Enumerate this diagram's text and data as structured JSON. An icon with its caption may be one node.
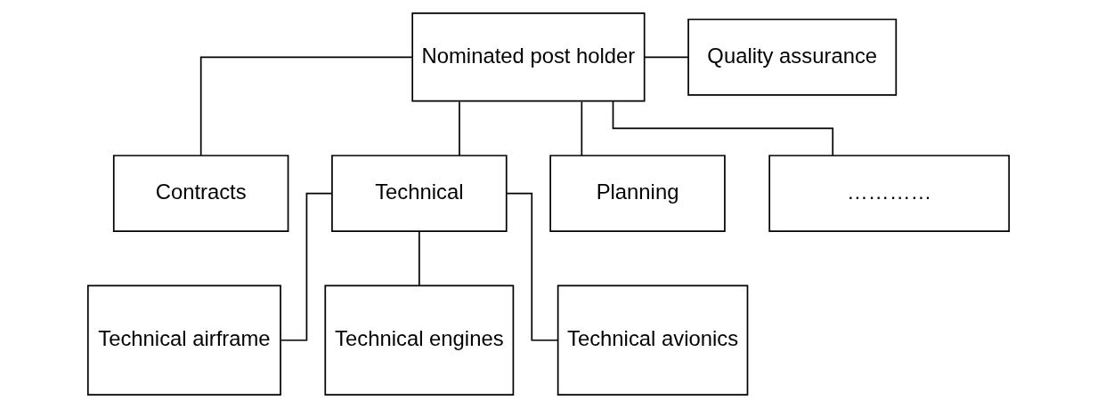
{
  "diagram": {
    "nodes": [
      {
        "text": [
          "Nominated post holder"
        ]
      },
      {
        "text": [
          "Quality assurance"
        ]
      },
      {
        "text": [
          "Contracts"
        ]
      },
      {
        "text": [
          "Technical"
        ]
      },
      {
        "text": [
          "Planning"
        ]
      },
      {
        "text": [
          "…………"
        ]
      },
      {
        "text": [
          "Technical airframe"
        ]
      },
      {
        "text": [
          "Technical engines"
        ]
      },
      {
        "text": [
          "Technical avionics"
        ]
      }
    ],
    "edges": [
      {
        "from": 0,
        "to": 1,
        "arrow": "none"
      },
      {
        "from": 0,
        "to": 2,
        "arrow": "none"
      },
      {
        "from": 0,
        "to": 3,
        "arrow": "none"
      },
      {
        "from": 0,
        "to": 4,
        "arrow": "none"
      },
      {
        "from": 0,
        "to": 5,
        "arrow": "none"
      },
      {
        "from": 3,
        "to": 6,
        "arrow": "none"
      },
      {
        "from": 3,
        "to": 7,
        "arrow": "none"
      },
      {
        "from": 3,
        "to": 8,
        "arrow": "none"
      }
    ]
  }
}
